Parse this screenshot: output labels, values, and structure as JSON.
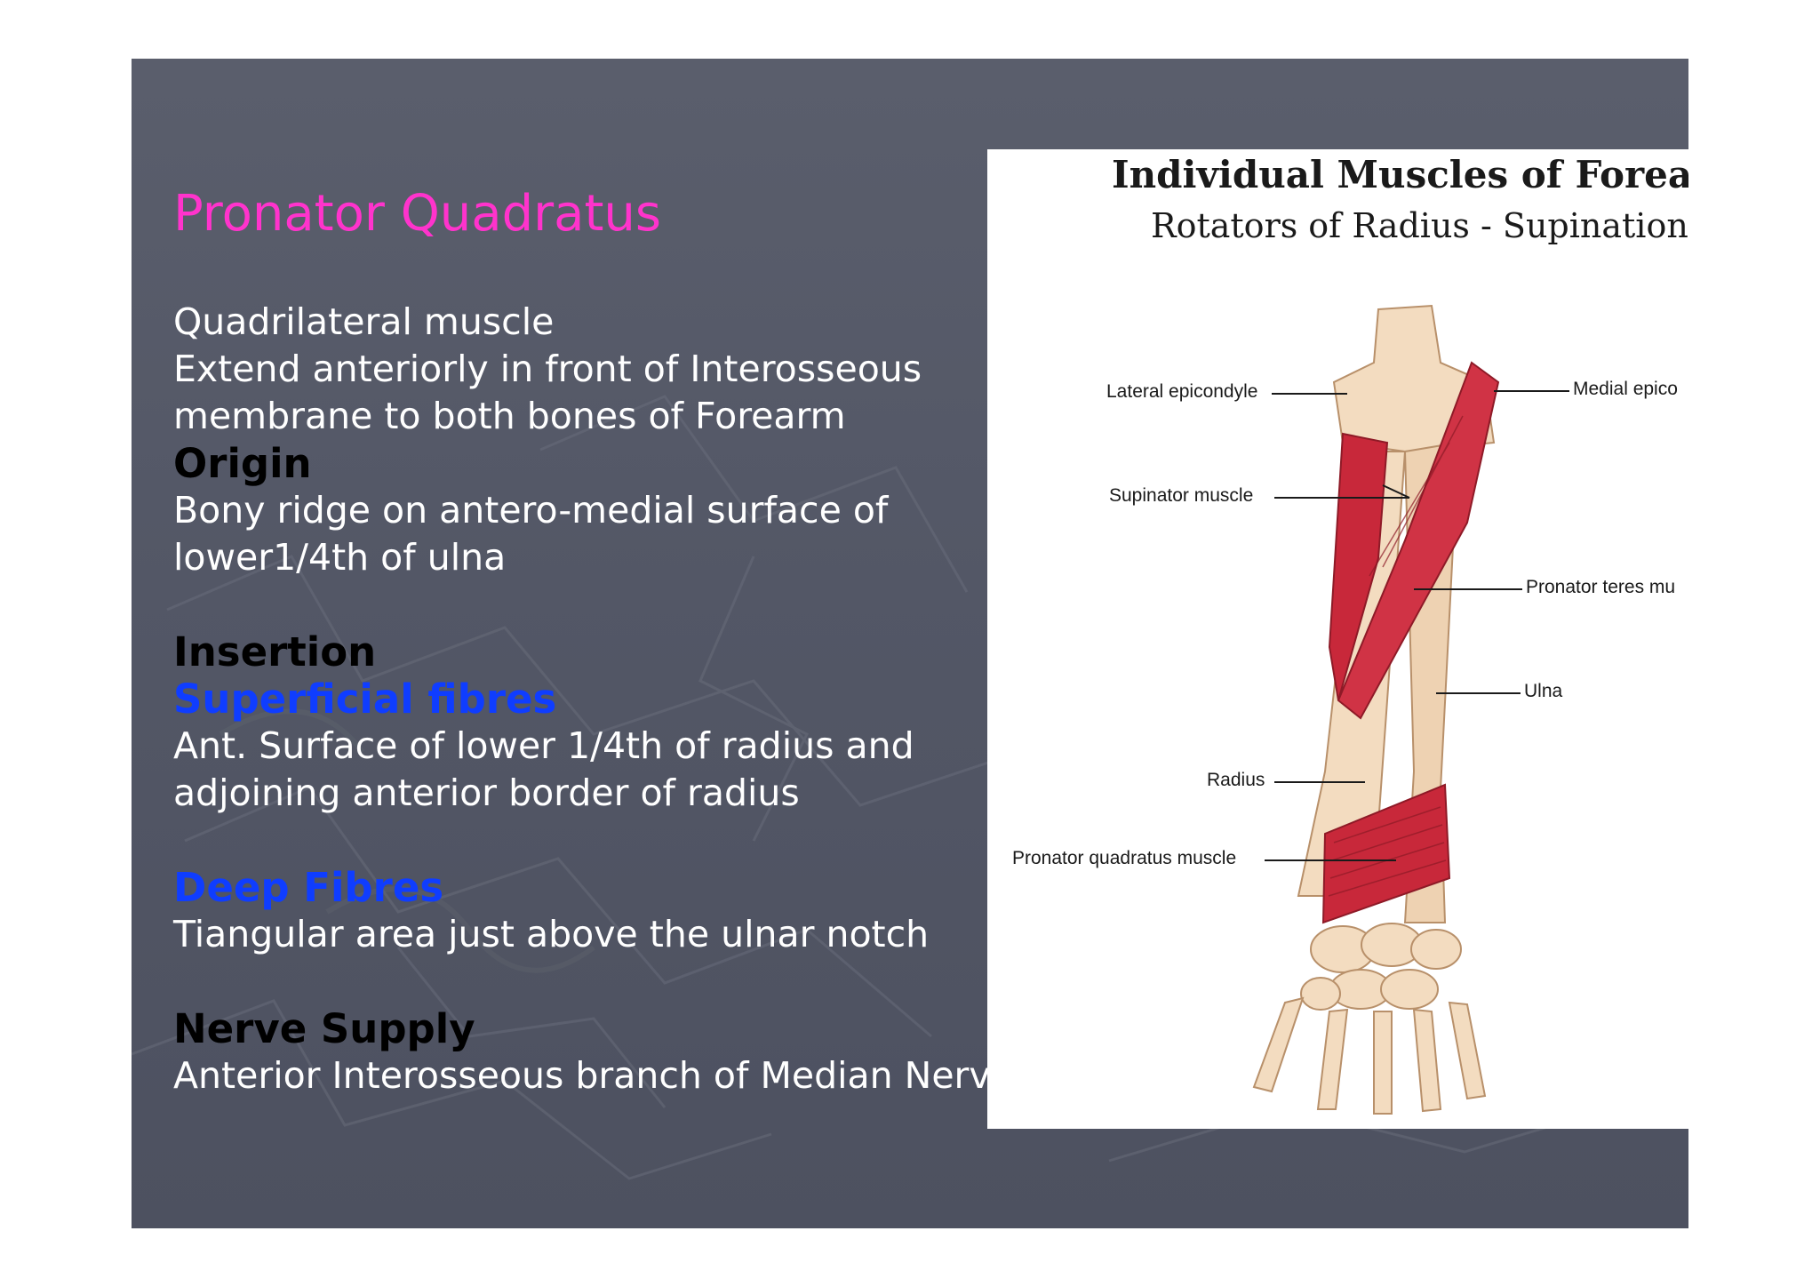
{
  "slide": {
    "title": "Pronator Quadratus",
    "intro_line1": "Quadrilateral muscle",
    "intro_line2": "Extend anteriorly in front of Interosseous",
    "intro_line3": "membrane to both bones of Forearm",
    "origin_heading": "Origin",
    "origin_line1": "Bony ridge on antero-medial surface of",
    "origin_line2": "lower1/4th of ulna",
    "insertion_heading": "Insertion",
    "superficial_heading": "Superficial fibres",
    "superficial_line1": "Ant. Surface of lower 1/4th of radius and",
    "superficial_line2": "adjoining anterior border of radius",
    "deep_heading": "Deep Fibres",
    "deep_line1": "Tiangular area just above the ulnar notch",
    "nerve_heading": "Nerve Supply",
    "nerve_line1": "Anterior Interosseous branch of Median Nerve"
  },
  "figure": {
    "title": "Individual Muscles of Forearm",
    "subtitle": "Rotators of Radius - Supination",
    "labels": {
      "lateral_epicondyle": "Lateral epicondyle",
      "medial_epicondyle": "Medial epico",
      "supinator": "Supinator muscle",
      "pronator_teres": "Pronator teres mu",
      "ulna": "Ulna",
      "radius": "Radius",
      "pronator_quadratus": "Pronator quadratus muscle"
    }
  },
  "colors": {
    "title": "#ff33cc",
    "body_text": "#ffffff",
    "heading": "#000000",
    "subheading_blue": "#0f3dff",
    "slide_bg": "#555968",
    "muscle_red": "#c8283a",
    "bone": "#f3dcc0"
  }
}
